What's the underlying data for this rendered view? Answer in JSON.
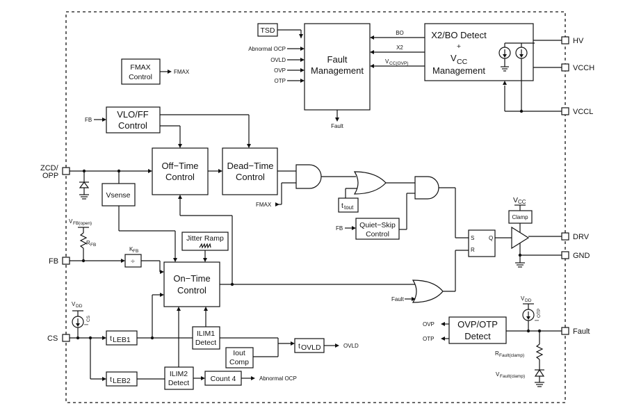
{
  "blocks": {
    "tsd": "TSD",
    "fault_mgmt_1": "Fault",
    "fault_mgmt_2": "Management",
    "x2bo_1": "X2/BO Detect",
    "x2bo_plus": "+",
    "x2bo_vcc": "V",
    "x2bo_vcc_sub": "CC",
    "x2bo_3": "Management",
    "fmax_1": "FMAX",
    "fmax_2": "Control",
    "vloff_1": "VLO/FF",
    "vloff_2": "Control",
    "offtime_1": "Off−Time",
    "offtime_2": "Control",
    "deadtime_1": "Dead−Time",
    "deadtime_2": "Control",
    "vsense": "Vsense",
    "jitter": "Jitter Ramp",
    "ontime_1": "On−Time",
    "ontime_2": "Control",
    "quiet_1": "Quiet−Skip",
    "quiet_2": "Control",
    "tout": "t",
    "tout_sub": "tout",
    "clamp": "Clamp",
    "ovpotp_1": "OVP/OTP",
    "ovpotp_2": "Detect",
    "tleb1": "t",
    "tleb1_sub": "LEB1",
    "tleb2": "t",
    "tleb2_sub": "LEB2",
    "ilim1_1": "ILIM1",
    "ilim1_2": "Detect",
    "ilim2_1": "ILIM2",
    "ilim2_2": "Detect",
    "iout_1": "Iout",
    "iout_2": "Comp",
    "count4": "Count 4",
    "tovld": "t",
    "tovld_sub": "OVLD",
    "kfb_box": "÷",
    "latch_s": "S",
    "latch_r": "R",
    "latch_q": "Q"
  },
  "signals": {
    "abnormal_ocp_in": "Abnormal OCP",
    "ovld_in": "OVLD",
    "ovp_in": "OVP",
    "otp_in": "OTP",
    "fault_out": "Fault",
    "bo": "BO",
    "x2": "X2",
    "vccovp": "V",
    "vccovp_sub": "CC(OVP)",
    "fmax_out": "FMAX",
    "fb_in_vlo": "FB",
    "fmax_in_and": "FMAX",
    "fb_in_quiet": "FB",
    "fault_in_or": "Fault",
    "ovp_out": "OVP",
    "otp_out": "OTP",
    "ovld_out": "OVLD",
    "abnormal_ocp_out": "Abnormal OCP",
    "vcc_clamp": "V",
    "vcc_clamp_sub": "CC",
    "vfbopen": "V",
    "vfbopen_sub": "FB(open)",
    "rfb": "R",
    "rfb_sub": "FB",
    "kfb": "K",
    "kfb_sub": "FB",
    "vdd_cs": "V",
    "vdd_cs_sub": "DD",
    "ics": "I",
    "ics_sub": "CS",
    "vdd_otp": "V",
    "vdd_otp_sub": "DD",
    "iotp": "I",
    "iotp_sub": "OTP",
    "rfault": "R",
    "rfault_sub": "Fault(clamp)",
    "vfault": "V",
    "vfault_sub": "Fault(clamp)"
  },
  "pins": {
    "hv": "HV",
    "vcch": "VCCH",
    "vccl": "VCCL",
    "zcd": "ZCD/",
    "opp": "OPP",
    "fb": "FB",
    "cs": "CS",
    "drv": "DRV",
    "gnd": "GND",
    "fault": "Fault"
  }
}
